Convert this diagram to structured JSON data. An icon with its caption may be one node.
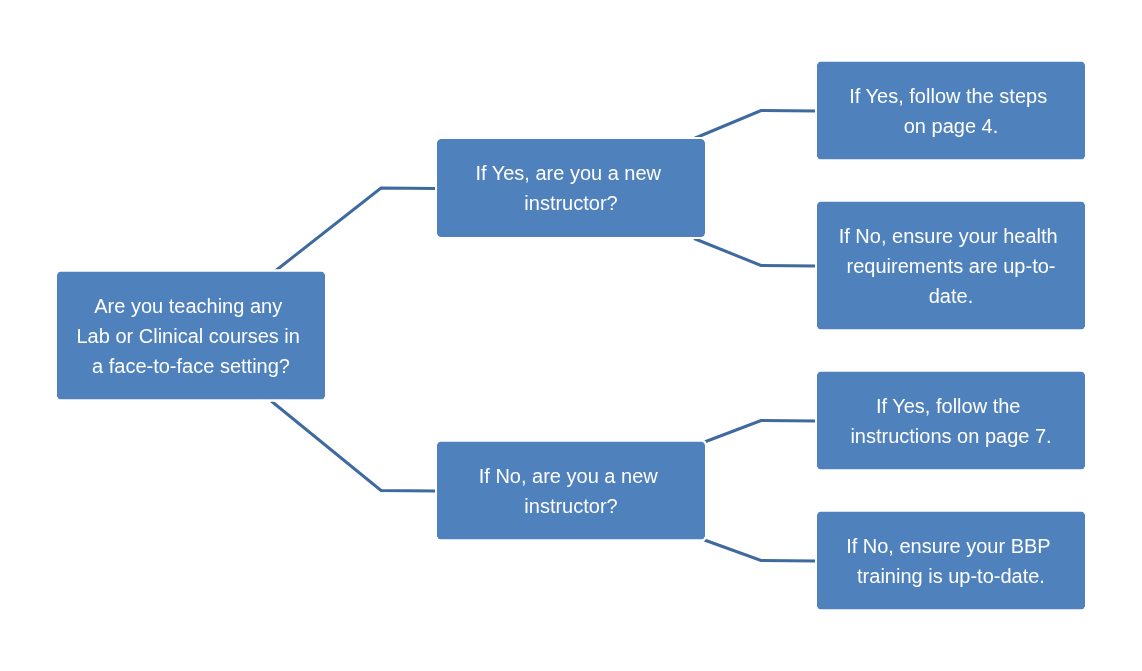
{
  "diagram": {
    "nodes": [
      {
        "text": [
          "Are you teaching any Lab or Clinical courses in a face-to-face setting?"
        ]
      },
      {
        "text": [
          "If Yes, are you a new instructor?"
        ]
      },
      {
        "text": [
          "If No, are you a new instructor?"
        ]
      },
      {
        "text": [
          "If Yes, follow the steps on page 4."
        ]
      },
      {
        "text": [
          "If No, ensure your health requirements are up-to-date."
        ]
      },
      {
        "text": [
          "If Yes, follow the instructions on page 7."
        ]
      },
      {
        "text": [
          "If No, ensure your BBP training is up-to-date."
        ]
      }
    ],
    "edges": [
      {
        "from": 0,
        "to": 1,
        "arrow": "none"
      },
      {
        "from": 0,
        "to": 2,
        "arrow": "none"
      },
      {
        "from": 1,
        "to": 3,
        "arrow": "none"
      },
      {
        "from": 1,
        "to": 4,
        "arrow": "none"
      },
      {
        "from": 2,
        "to": 5,
        "arrow": "none"
      },
      {
        "from": 2,
        "to": 6,
        "arrow": "none"
      }
    ]
  }
}
